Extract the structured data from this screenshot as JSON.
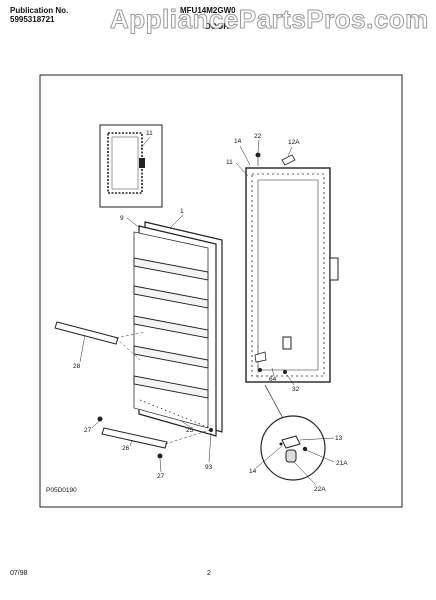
{
  "header": {
    "publication_label": "Publication No.",
    "publication_number": "5995318721",
    "model": "MFU14M2GW0",
    "section": "DOOR",
    "watermark": "AppliancePartsPros.com"
  },
  "diagram": {
    "code": "P05D0190",
    "callouts": [
      "11",
      "14",
      "22",
      "12A",
      "11",
      "9",
      "1",
      "28",
      "64",
      "32",
      "27",
      "25",
      "26",
      "27",
      "93",
      "13",
      "14",
      "21A",
      "22A"
    ]
  },
  "footer": {
    "date": "07/98",
    "page": "2"
  }
}
